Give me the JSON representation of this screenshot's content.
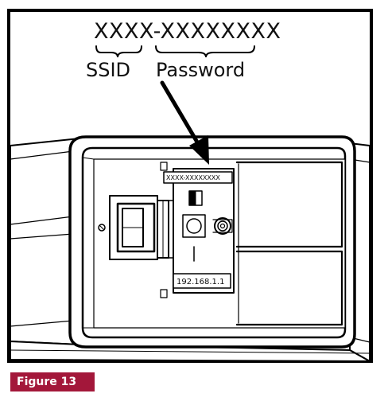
{
  "label": {
    "code": "XXXX-XXXXXXXX",
    "ssid": "SSID",
    "password": "Password"
  },
  "device": {
    "sticker_text": "XXXX-XXXXXXXX",
    "ip_label": "192.168.1.1",
    "power_mark": "|"
  },
  "figure": {
    "label": "Figure 13",
    "tag_color": "#a3173a"
  }
}
